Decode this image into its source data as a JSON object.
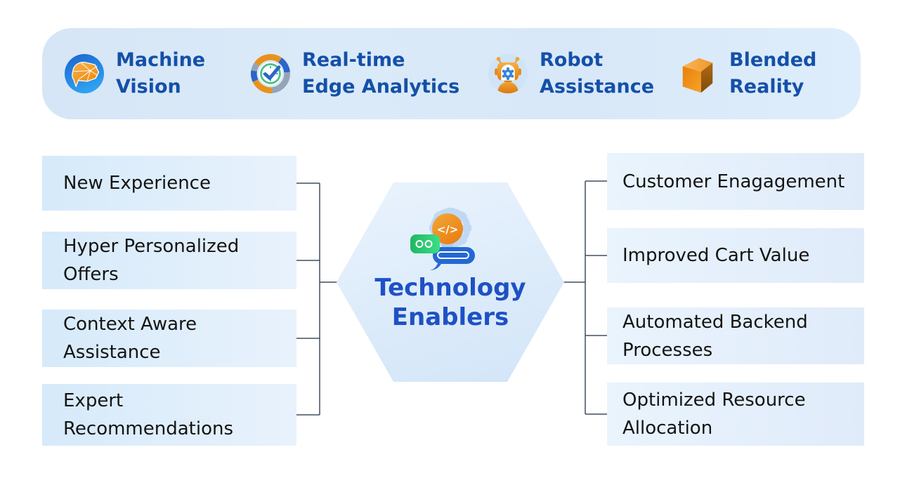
{
  "colors": {
    "banner_bg": "#d9e8f7",
    "banner_text": "#1450a8",
    "title_text": "#1e51c4",
    "box_text": "#141414",
    "box_bg": "#ddeefb",
    "hexagon_bg": "#dceafa",
    "connector": "#414e60",
    "orange": "#f0941d",
    "green": "#2fd077",
    "bubble_blue": "#2468d4"
  },
  "banner": {
    "items": [
      {
        "id": "machine-vision",
        "icon": "machine-vision-icon",
        "label": "Machine\nVision"
      },
      {
        "id": "realtime-edge-analytics",
        "icon": "realtime-edge-analytics-icon",
        "label": "Real-time\nEdge Analytics"
      },
      {
        "id": "robot-assistance",
        "icon": "robot-assistance-icon",
        "label": "Robot\nAssistance"
      },
      {
        "id": "blended-reality",
        "icon": "blended-reality-icon",
        "label": "Blended\nReality"
      }
    ]
  },
  "center": {
    "title": "Technology\nEnablers",
    "icon": "code-bulb-chat-icon"
  },
  "left_boxes": [
    {
      "label": "New Experience"
    },
    {
      "label": "Hyper Personalized\nOffers"
    },
    {
      "label": "Context Aware\nAssistance"
    },
    {
      "label": "Expert\nRecommendations"
    }
  ],
  "right_boxes": [
    {
      "label": "Customer Enagagement"
    },
    {
      "label": "Improved Cart Value"
    },
    {
      "label": "Automated Backend\nProcesses"
    },
    {
      "label": "Optimized Resource\nAllocation"
    }
  ]
}
